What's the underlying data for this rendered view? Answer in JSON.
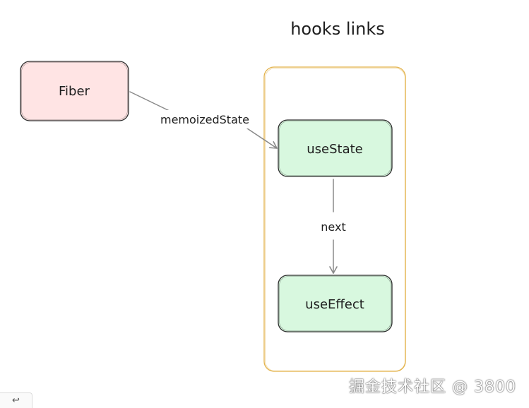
{
  "diagram": {
    "title": "hooks links",
    "nodes": {
      "fiber": {
        "label": "Fiber",
        "fill": "#ffe4e4",
        "stroke": "#2b2b2b"
      },
      "use_state": {
        "label": "useState",
        "fill": "#d8f8df",
        "stroke": "#2b2b2b"
      },
      "use_effect": {
        "label": "useEffect",
        "fill": "#d8f8df",
        "stroke": "#2b2b2b"
      }
    },
    "container": {
      "stroke": "#e3b24a"
    },
    "edges": {
      "memoized_state": {
        "label": "memoizedState",
        "from": "Fiber",
        "to": "useState",
        "stroke": "#8a8a8a"
      },
      "next": {
        "label": "next",
        "from": "useState",
        "to": "useEffect",
        "stroke": "#8a8a8a"
      }
    }
  },
  "watermark": {
    "text": "掘金技术社区 @ 3800"
  },
  "corner_widget": {
    "icon": "return-arrow-icon",
    "glyph": "↩"
  }
}
